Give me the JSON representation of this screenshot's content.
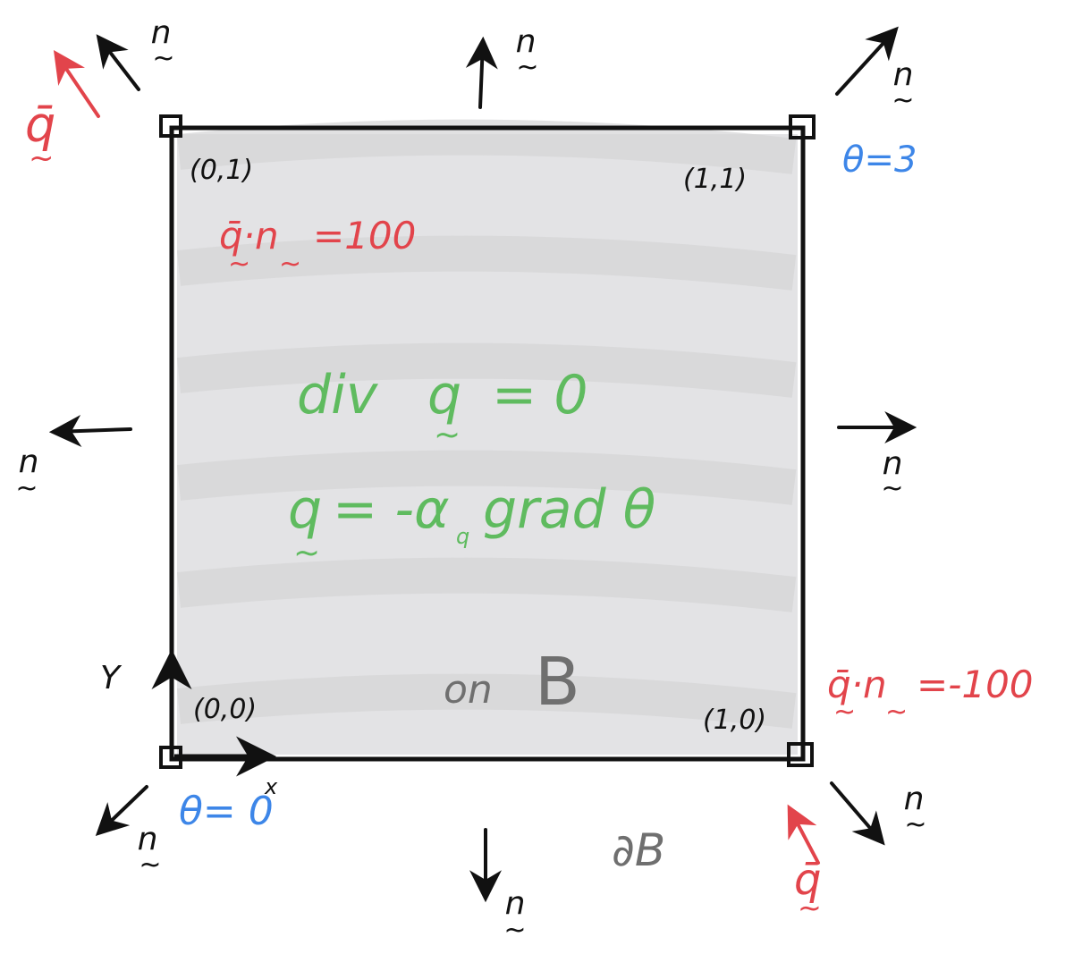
{
  "colors": {
    "ink": "#111111",
    "flux": "#e2444b",
    "temperature": "#3d86e8",
    "equation": "#5fbb5f",
    "domain_label": "#6f6f6f",
    "shading": "#d9d9db"
  },
  "normal_label": "n",
  "tilde": "~",
  "corners": {
    "top_left": "(0,1)",
    "top_right": "(1,1)",
    "bottom_left": "(0,0)",
    "bottom_right": "(1,0)"
  },
  "flux_bc": {
    "top": {
      "lhs": "q̄·n",
      "rhs": "=100"
    },
    "bottom": {
      "lhs": "q̄·n",
      "rhs": "=-100"
    },
    "vector_label": "q̄"
  },
  "temperature_bc": {
    "top_right": "θ=3",
    "bottom_left": "θ= 0"
  },
  "equations": {
    "divergence": {
      "lhs": "div",
      "vec": "q",
      "rhs": "= 0"
    },
    "fourier": {
      "vec": "q",
      "rhs": "= -α",
      "sub": "q",
      "tail": "grad θ"
    }
  },
  "domain": {
    "prefix": "on",
    "symbol": "B"
  },
  "boundary": {
    "symbol": "∂B"
  },
  "axes": {
    "x": "x",
    "y": "Y"
  }
}
